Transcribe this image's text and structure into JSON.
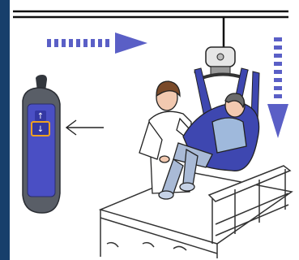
{
  "colors": {
    "frame": "#173f6b",
    "rail": "#111111",
    "arrow": "#5a5fc6",
    "remote_panel": "#4a4fc4",
    "remote_body": "#595e67",
    "highlight": "#f0a020",
    "sling": "#3e47b0",
    "scrubs": "#ffffff",
    "outline": "#222222"
  },
  "remote": {
    "up_button_icon": "up-arrow-icon",
    "down_button_icon": "down-arrow-icon",
    "selected_button": "down"
  },
  "motion": {
    "horizontal_arrow": "right",
    "vertical_arrow": "down",
    "pointer_arrow": "left"
  }
}
